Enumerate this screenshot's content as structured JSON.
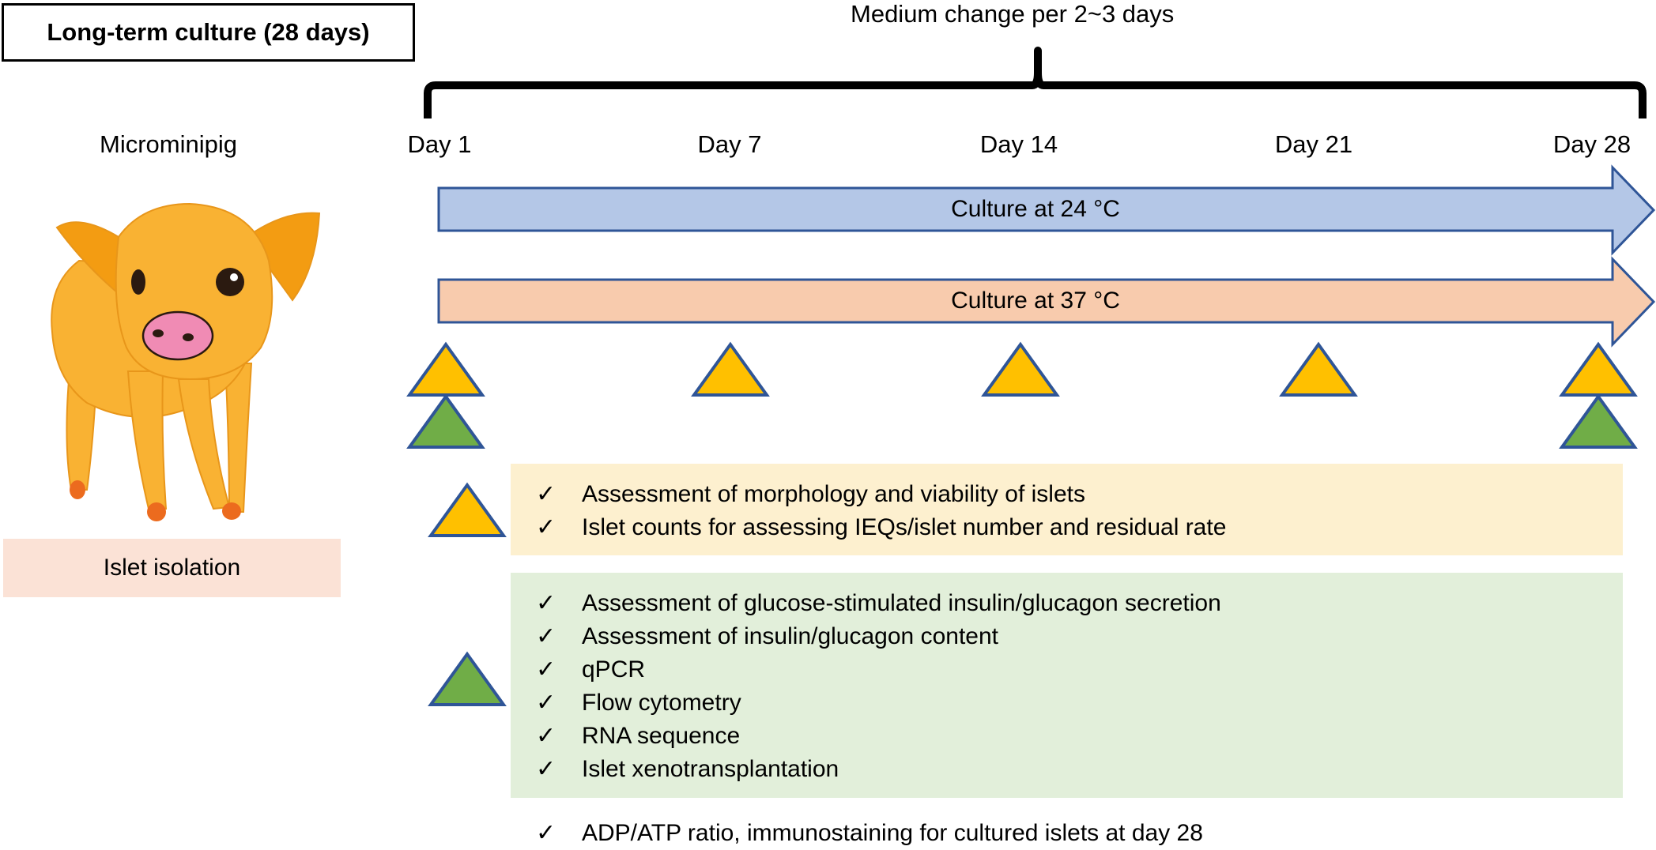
{
  "title": "Long-term culture (28 days)",
  "medium_change": "Medium change per 2~3 days",
  "source_label": "Microminipig",
  "isolation_label": "Islet isolation",
  "days": [
    "Day 1",
    "Day 7",
    "Day 14",
    "Day 21",
    "Day 28"
  ],
  "arrows": {
    "culture_24": "Culture at 24 °C",
    "culture_37": "Culture at 37 °C"
  },
  "check_symbol": "✓",
  "yellow_panel": [
    "Assessment of morphology and viability of islets",
    "Islet counts for assessing IEQs/islet number and residual rate"
  ],
  "green_panel": [
    "Assessment of glucose-stimulated insulin/glucagon secretion",
    "Assessment of insulin/glucagon content",
    "qPCR",
    "Flow cytometry",
    "RNA sequence",
    "Islet xenotransplantation"
  ],
  "extra_item": "ADP/ATP ratio,  immunostaining for cultured islets at day 28",
  "colors": {
    "arrow_24": "#b4c7e7",
    "arrow_37": "#f8cbad",
    "arrow_border": "#2f5597",
    "triangle_yellow": "#ffc000",
    "triangle_green": "#70ad47",
    "triangle_border": "#2f5597",
    "pig_body": "#f9b233",
    "pig_ear": "#f39c12",
    "pig_snout": "#f08bb4"
  }
}
